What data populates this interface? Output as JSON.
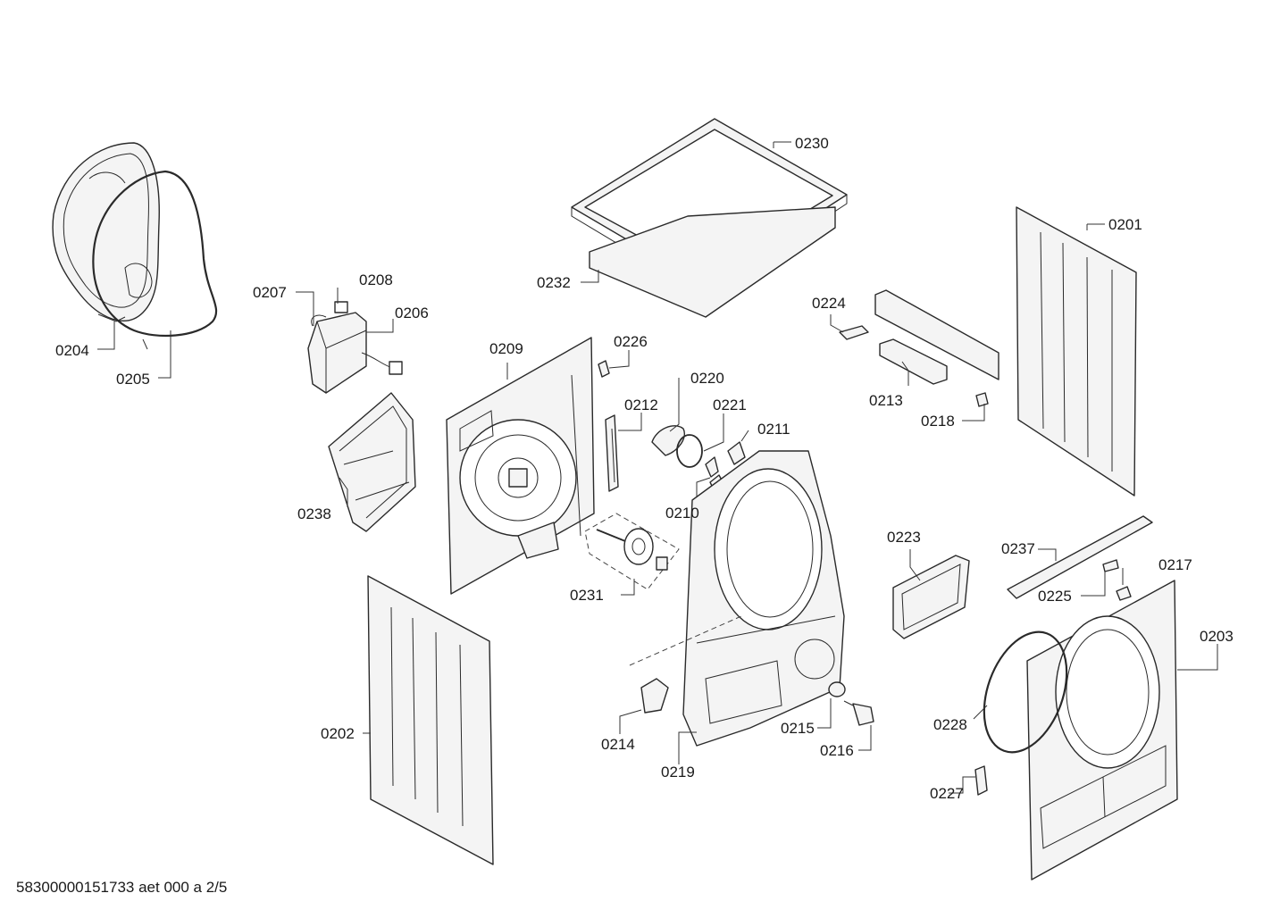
{
  "footer": {
    "document_code": "58300000151733 aet 000 a 2/5"
  },
  "parts": {
    "p0201": "0201",
    "p0202": "0202",
    "p0203": "0203",
    "p0204": "0204",
    "p0205": "0205",
    "p0206": "0206",
    "p0207": "0207",
    "p0208": "0208",
    "p0209": "0209",
    "p0210": "0210",
    "p0211": "0211",
    "p0212": "0212",
    "p0213": "0213",
    "p0214": "0214",
    "p0215": "0215",
    "p0216": "0216",
    "p0217": "0217",
    "p0218": "0218",
    "p0219": "0219",
    "p0220": "0220",
    "p0221": "0221",
    "p0223": "0223",
    "p0224": "0224",
    "p0225": "0225",
    "p0226": "0226",
    "p0227": "0227",
    "p0228": "0228",
    "p0230": "0230",
    "p0231": "0231",
    "p0232": "0232",
    "p0237": "0237",
    "p0238": "0238"
  }
}
